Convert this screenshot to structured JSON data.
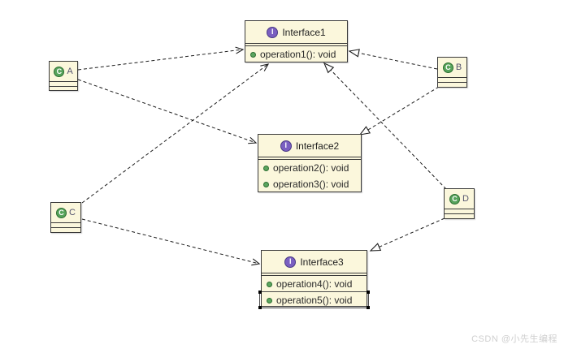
{
  "diagram": {
    "icon_glyphs": {
      "interface": "I",
      "class": "C"
    },
    "interfaces": [
      {
        "name": "Interface1",
        "operations": [
          "operation1(): void"
        ]
      },
      {
        "name": "Interface2",
        "operations": [
          "operation2(): void",
          "operation3(): void"
        ]
      },
      {
        "name": "Interface3",
        "operations": [
          "operation4(): void",
          "operation5(): void"
        ]
      }
    ],
    "classes": [
      {
        "name": "A"
      },
      {
        "name": "B"
      },
      {
        "name": "C"
      },
      {
        "name": "D"
      }
    ],
    "relations": [
      {
        "from": "A",
        "to": "Interface1",
        "line": "dashed",
        "arrowhead": "open"
      },
      {
        "from": "A",
        "to": "Interface2",
        "line": "dashed",
        "arrowhead": "open"
      },
      {
        "from": "B",
        "to": "Interface1",
        "line": "dashed",
        "arrowhead": "hollow-triangle"
      },
      {
        "from": "B",
        "to": "Interface2",
        "line": "dashed",
        "arrowhead": "hollow-triangle"
      },
      {
        "from": "C",
        "to": "Interface1",
        "line": "dashed",
        "arrowhead": "open"
      },
      {
        "from": "C",
        "to": "Interface3",
        "line": "dashed",
        "arrowhead": "open"
      },
      {
        "from": "D",
        "to": "Interface1",
        "line": "dashed",
        "arrowhead": "hollow-triangle"
      },
      {
        "from": "D",
        "to": "Interface3",
        "line": "dashed",
        "arrowhead": "hollow-triangle"
      }
    ],
    "selection": {
      "selected_interface": "Interface3",
      "selected_operation": "operation5(): void"
    },
    "colors": {
      "node_fill": "#FBF7DC",
      "node_border": "#3a3a3a",
      "interface_icon": "#7A5FC1",
      "class_icon": "#56A35B",
      "operation_bullet": "#5BA55F",
      "connector": "#1c1c1c",
      "watermark": "#cfcfcf"
    }
  },
  "watermark": {
    "text": "CSDN @小先生编程"
  }
}
